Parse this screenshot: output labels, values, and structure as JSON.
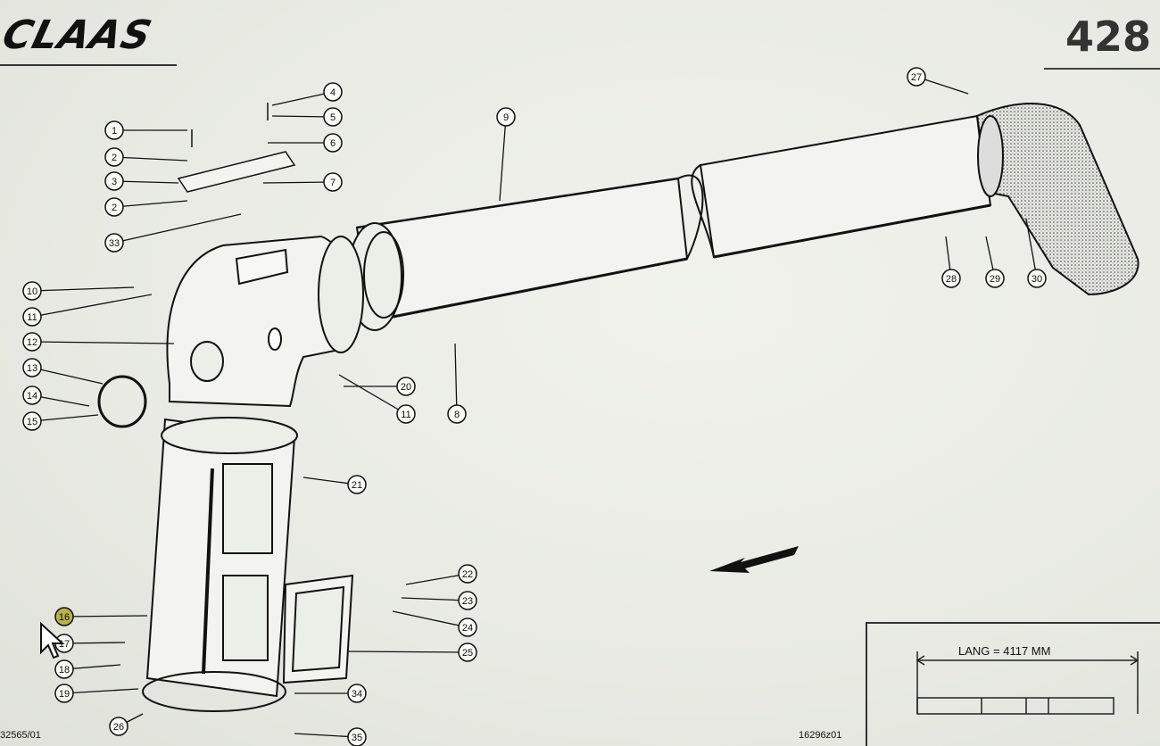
{
  "header": {
    "logo_text": "CLAAS",
    "page_number": "428"
  },
  "callouts": [
    "1",
    "2",
    "3",
    "2",
    "33",
    "4",
    "5",
    "6",
    "7",
    "9",
    "27",
    "10",
    "11",
    "12",
    "13",
    "14",
    "15",
    "20",
    "11",
    "8",
    "21",
    "28",
    "29",
    "30",
    "16",
    "17",
    "18",
    "19",
    "26",
    "22",
    "23",
    "24",
    "25",
    "34",
    "35"
  ],
  "length_note": "LANG = 4117 MM",
  "drawing_numbers": {
    "left": "32565/01",
    "right": "16296z01"
  },
  "highlighted_callout": "16",
  "colors": {
    "ink": "#111111",
    "paper": "#eceee8",
    "highlight": "#b9b04a"
  }
}
